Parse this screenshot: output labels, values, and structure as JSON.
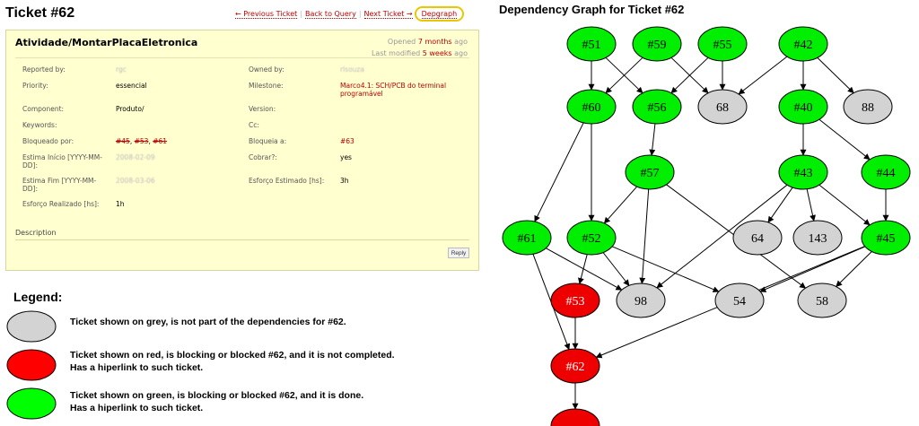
{
  "ticket": {
    "title": "Ticket #62",
    "summary": "Atividade/MontarPlacaEletronica",
    "opened_prefix": "Opened",
    "opened_link": "7 months",
    "opened_suffix": "ago",
    "modified_prefix": "Last modified",
    "modified_link": "5 weeks",
    "modified_suffix": "ago"
  },
  "nav": {
    "previous": "← Previous Ticket",
    "back": "Back to Query",
    "next": "Next Ticket →",
    "depgraph": "Depgraph"
  },
  "props": {
    "reported_by_label": "Reported by:",
    "reported_by_value": "rgc",
    "owned_by_label": "Owned by:",
    "owned_by_value": "rlsouza",
    "priority_label": "Priority:",
    "priority_value": "essencial",
    "milestone_label": "Milestone:",
    "milestone_value": "Marco4.1: SCH/PCB do terminal programável",
    "component_label": "Component:",
    "component_value": "Produto/",
    "version_label": "Version:",
    "keywords_label": "Keywords:",
    "cc_label": "Cc:",
    "bloqueado_label": "Bloqueado por:",
    "bloqueado_values": [
      "#45",
      "#53",
      "#61"
    ],
    "bloqueia_label": "Bloqueia a:",
    "bloqueia_value": "#63",
    "estima_inicio_label": "Estima Início [YYYY-MM-DD]:",
    "estima_inicio_value": "2008-02-09",
    "cobrar_label": "Cobrar?:",
    "cobrar_value": "yes",
    "estima_fim_label": "Estima Fim [YYYY-MM-DD]:",
    "estima_fim_value": "2008-03-06",
    "esforco_estimado_label": "Esforço Estimado [hs]:",
    "esforco_estimado_value": "3h",
    "esforco_realizado_label": "Esforço Realizado [hs]:",
    "esforco_realizado_value": "1h"
  },
  "description": {
    "label": "Description",
    "reply": "Reply"
  },
  "legend": {
    "title": "Legend:",
    "items": [
      {
        "color": "#d3d3d3",
        "line1": "Ticket shown on grey, is not part of the dependencies for #62.",
        "line2": ""
      },
      {
        "color": "#ff0000",
        "line1": "Ticket shown on red, is blocking or blocked #62, and it is not completed.",
        "line2": "Has a hiperlink to such ticket."
      },
      {
        "color": "#00ff00",
        "line1": "Ticket shown on green, is blocking or blocked #62, and it is done.",
        "line2": "Has a hiperlink to such ticket."
      }
    ]
  },
  "graph": {
    "title": "Dependency Graph for Ticket #62",
    "colors": {
      "green": "#00ee00",
      "red": "#ee0000",
      "grey": "#d3d3d3"
    },
    "nodes": [
      {
        "id": "51",
        "label": "#51",
        "color": "green"
      },
      {
        "id": "59",
        "label": "#59",
        "color": "green"
      },
      {
        "id": "55",
        "label": "#55",
        "color": "green"
      },
      {
        "id": "42",
        "label": "#42",
        "color": "green"
      },
      {
        "id": "60",
        "label": "#60",
        "color": "green"
      },
      {
        "id": "56",
        "label": "#56",
        "color": "green"
      },
      {
        "id": "68",
        "label": "68",
        "color": "grey"
      },
      {
        "id": "40",
        "label": "#40",
        "color": "green"
      },
      {
        "id": "88",
        "label": "88",
        "color": "grey"
      },
      {
        "id": "57",
        "label": "#57",
        "color": "green"
      },
      {
        "id": "43",
        "label": "#43",
        "color": "green"
      },
      {
        "id": "44",
        "label": "#44",
        "color": "green"
      },
      {
        "id": "61",
        "label": "#61",
        "color": "green"
      },
      {
        "id": "52",
        "label": "#52",
        "color": "green"
      },
      {
        "id": "64",
        "label": "64",
        "color": "grey"
      },
      {
        "id": "143",
        "label": "143",
        "color": "grey"
      },
      {
        "id": "45",
        "label": "#45",
        "color": "green"
      },
      {
        "id": "53",
        "label": "#53",
        "color": "red"
      },
      {
        "id": "98",
        "label": "98",
        "color": "grey"
      },
      {
        "id": "54",
        "label": "54",
        "color": "grey"
      },
      {
        "id": "58",
        "label": "58",
        "color": "grey"
      },
      {
        "id": "62",
        "label": "#62",
        "color": "red"
      },
      {
        "id": "63",
        "label": "",
        "color": "red"
      }
    ],
    "edges": [
      [
        "51",
        "60"
      ],
      [
        "51",
        "56"
      ],
      [
        "51",
        "52"
      ],
      [
        "59",
        "60"
      ],
      [
        "59",
        "68"
      ],
      [
        "55",
        "56"
      ],
      [
        "55",
        "68"
      ],
      [
        "42",
        "68"
      ],
      [
        "42",
        "40"
      ],
      [
        "42",
        "88"
      ],
      [
        "60",
        "61"
      ],
      [
        "56",
        "57"
      ],
      [
        "40",
        "43"
      ],
      [
        "40",
        "44"
      ],
      [
        "57",
        "52"
      ],
      [
        "57",
        "98"
      ],
      [
        "57",
        "58"
      ],
      [
        "43",
        "98"
      ],
      [
        "43",
        "64"
      ],
      [
        "43",
        "143"
      ],
      [
        "43",
        "45"
      ],
      [
        "44",
        "45"
      ],
      [
        "61",
        "98"
      ],
      [
        "61",
        "62"
      ],
      [
        "52",
        "53"
      ],
      [
        "52",
        "98"
      ],
      [
        "52",
        "54"
      ],
      [
        "45",
        "54"
      ],
      [
        "45",
        "58"
      ],
      [
        "45",
        "62"
      ],
      [
        "53",
        "62"
      ],
      [
        "62",
        "63"
      ]
    ]
  }
}
